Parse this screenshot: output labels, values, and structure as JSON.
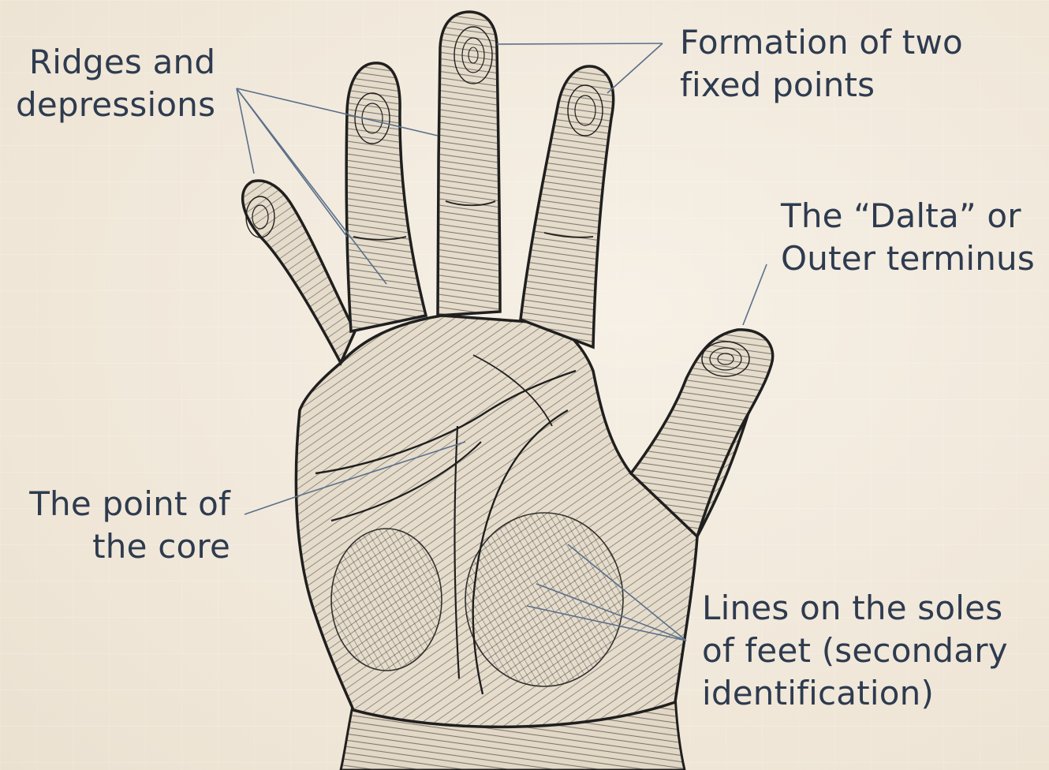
{
  "labels": {
    "ridges": {
      "line1": "Ridges and",
      "line2": "depressions"
    },
    "formation": {
      "line1": "Formation of two",
      "line2": "fixed points"
    },
    "delta": {
      "line1": "The “Dalta” or",
      "line2": "Outer terminus"
    },
    "core": {
      "line1": "The point of",
      "line2": "the core"
    },
    "soles": {
      "line1": "Lines on the soles",
      "line2": "of feet (secondary",
      "line3": "identification)"
    }
  },
  "colors": {
    "background": "#f3ece0",
    "label_text": "#2e3b4f",
    "leader_line": "#5a6f8a",
    "ink": "#1f1f1f",
    "skin": "#e6dccb"
  }
}
